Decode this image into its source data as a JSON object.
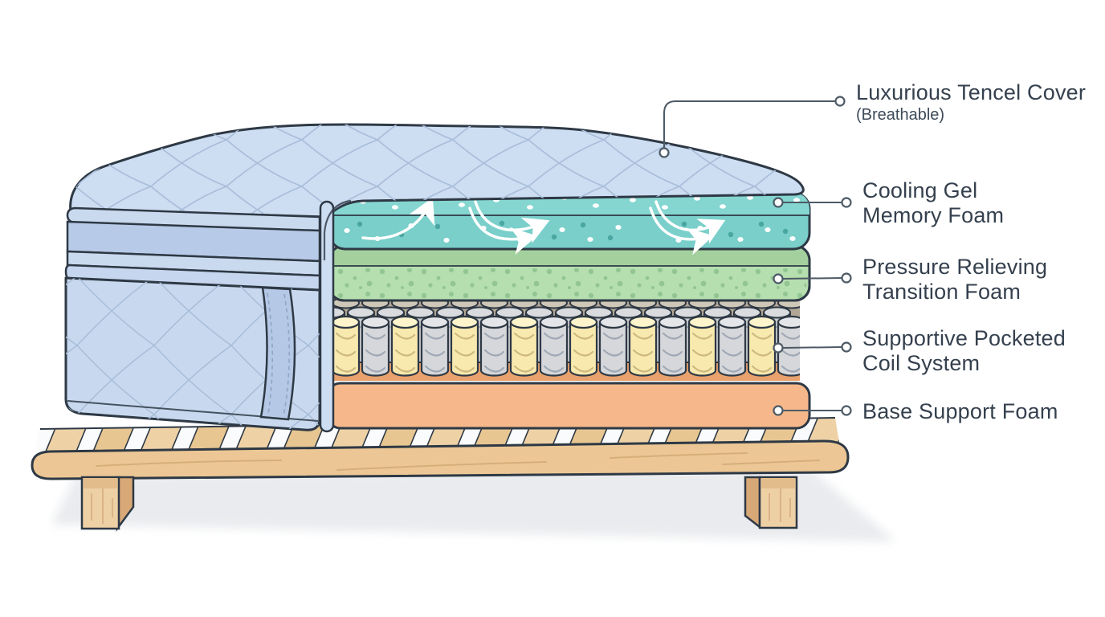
{
  "diagram": {
    "type": "mattress-layer-cutaway-diagram",
    "labels": {
      "cover": {
        "title": "Luxurious Tencel Cover",
        "subtitle": "(Breathable)"
      },
      "gel": {
        "line1": "Cooling Gel",
        "line2": "Memory Foam"
      },
      "transition": {
        "line1": "Pressure Relieving",
        "line2": "Transition Foam"
      },
      "coils": {
        "line1": "Supportive Pocketed",
        "line2": "Coil System"
      },
      "base": {
        "line1": "Base Support Foam"
      }
    },
    "colors": {
      "outline": "#2e3945",
      "cover_blue": "#cdddf2",
      "cover_band": "#b7cae7",
      "cover_piping": "#c9d9ee",
      "quilt_line": "#a9bed9",
      "gel_top": "#85d6d0",
      "gel_front": "#7acfca",
      "gel_dot_dark": "#4aa6a2",
      "foam_top": "#a3d09d",
      "foam_front": "#b5dfae",
      "foam_dot": "#8fc292",
      "coil_yellow": "#f8e9ae",
      "coil_gray": "#d6d7da",
      "coil_back": "#caccd0",
      "base_top": "#e9a26d",
      "base_front": "#f6b88a",
      "wood": "#ecc795",
      "wood_slat": "#eed2a6",
      "wood_dark": "#d9a877",
      "shadow": "#e9ebee",
      "leader": "#4d5a66",
      "label_text": "#35404e"
    }
  }
}
